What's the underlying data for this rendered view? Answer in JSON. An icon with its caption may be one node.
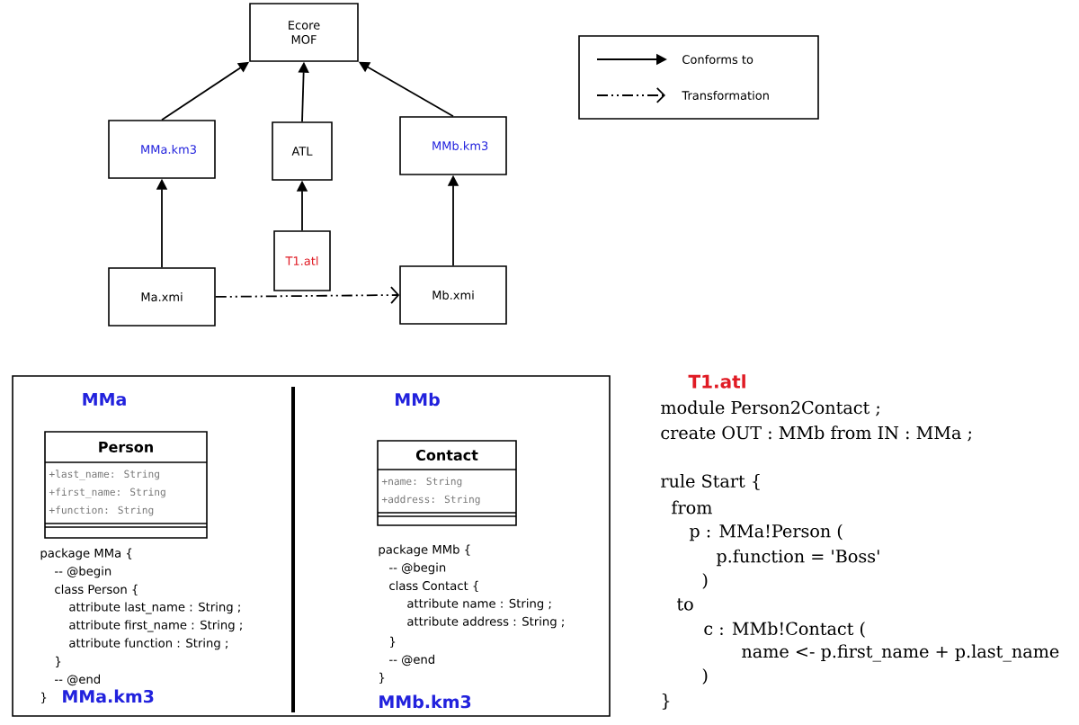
{
  "diagram": {
    "nodes": [
      {
        "text": [
          "Ecore MOF"
        ]
      },
      {
        "text": [
          "MMa.km3"
        ]
      },
      {
        "text": [
          "ATL"
        ]
      },
      {
        "text": [
          "MMb.km3"
        ]
      },
      {
        "text": [
          "Ma.xmi"
        ]
      },
      {
        "text": [
          "T1.atl"
        ]
      },
      {
        "text": [
          "Mb.xmi"
        ]
      },
      {
        "text": [],
        "shape": "box"
      },
      {
        "text": [
          "Person",
          "+last_name: String",
          "+first_name: String",
          "+function: String"
        ],
        "in": 7
      },
      {
        "text": [
          "Contact",
          "+name: String",
          "+address: String"
        ],
        "in": 7
      }
    ],
    "edges": [
      {
        "from": 1,
        "to": 0,
        "arrow": "to"
      },
      {
        "from": 2,
        "to": 0,
        "arrow": "to"
      },
      {
        "from": 3,
        "to": 0,
        "arrow": "to"
      },
      {
        "from": 4,
        "to": 1,
        "arrow": "to"
      },
      {
        "from": 5,
        "to": 2,
        "arrow": "to"
      },
      {
        "from": 6,
        "to": 3,
        "arrow": "to"
      },
      {
        "from": 4,
        "to": 6,
        "arrow": "to",
        "style": "dashed"
      }
    ],
    "labels": [
      "MMa",
      "package MMa {",
      "-- @begin",
      "class Person {",
      "attribute last_name : String ;",
      "attribute first_name : String ;",
      "attribute function : String ;",
      "}",
      "-- @end",
      "}",
      "MMa.km3",
      "MMb",
      "package MMb {",
      "-- @begin",
      "class Contact {",
      "attribute name : String ;",
      "attribute address : String ;",
      "}",
      "-- @end",
      "}",
      "MMb.km3",
      "T1.atl",
      "module Person2Contact ;",
      "create OUT : MMb from IN : MMa ;",
      "rule Start {",
      "from",
      "p : MMa!Person (",
      "p.function = 'Boss'",
      ")",
      "to",
      "c : MMb!Contact (",
      "name <- p.first_name + p.last_name",
      ")",
      "}"
    ],
    "legend": [
      {
        "text": "Conforms to"
      },
      {
        "text": "Transformation"
      }
    ]
  }
}
